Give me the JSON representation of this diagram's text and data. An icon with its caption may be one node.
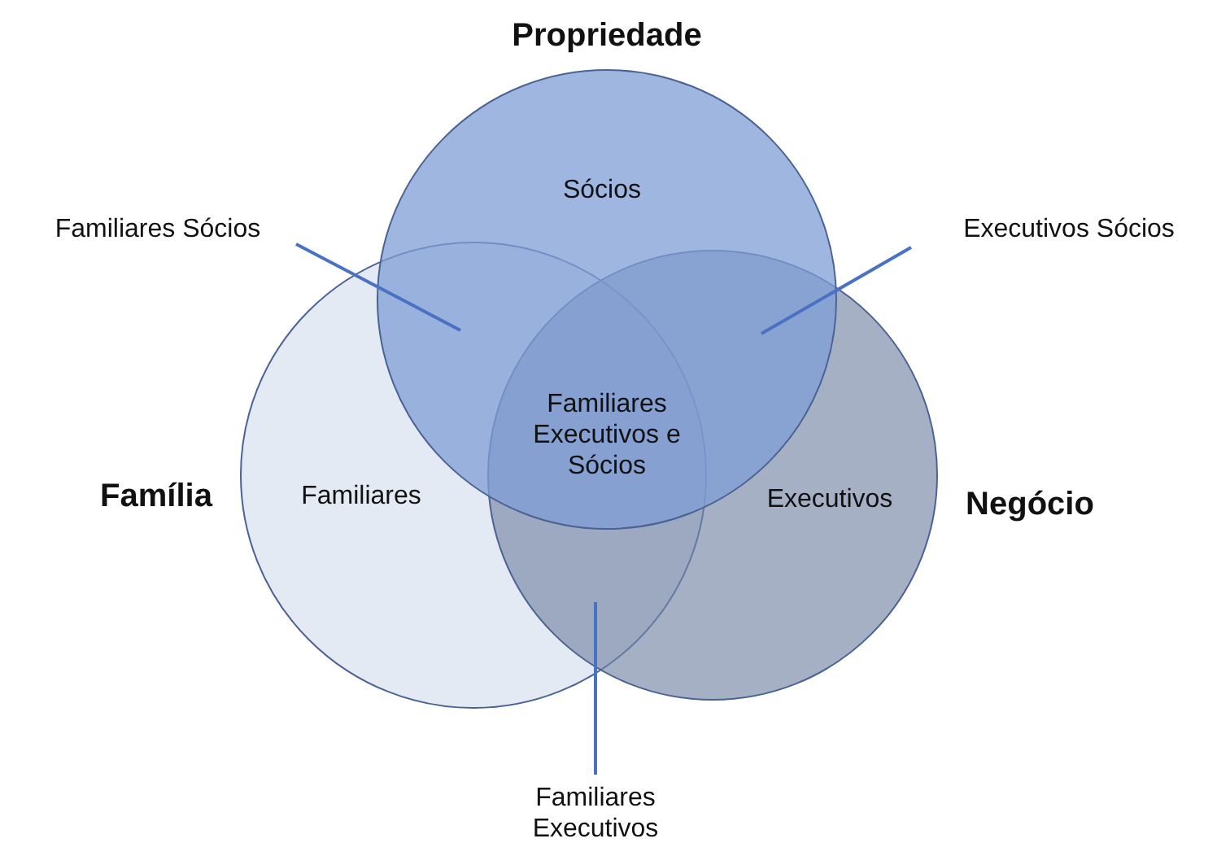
{
  "diagram": {
    "nodes": [
      {
        "text": [
          "Propriedade",
          "Sócios"
        ]
      },
      {
        "text": [
          "Família",
          "Familiares"
        ]
      },
      {
        "text": [
          "Executivos",
          "Negócio"
        ]
      },
      {
        "text": [
          "Familiares Sócios"
        ]
      },
      {
        "text": [
          "Executivos Sócios"
        ]
      },
      {
        "text": [
          "Familiares Executivos"
        ]
      }
    ],
    "edges": [
      {
        "from": 3,
        "to": 0,
        "arrow": "none"
      },
      {
        "from": 4,
        "to": 2,
        "arrow": "none"
      },
      {
        "from": 5,
        "to": 2,
        "arrow": "none"
      }
    ],
    "labels": [
      "Familiares Executivos e Sócios"
    ]
  }
}
